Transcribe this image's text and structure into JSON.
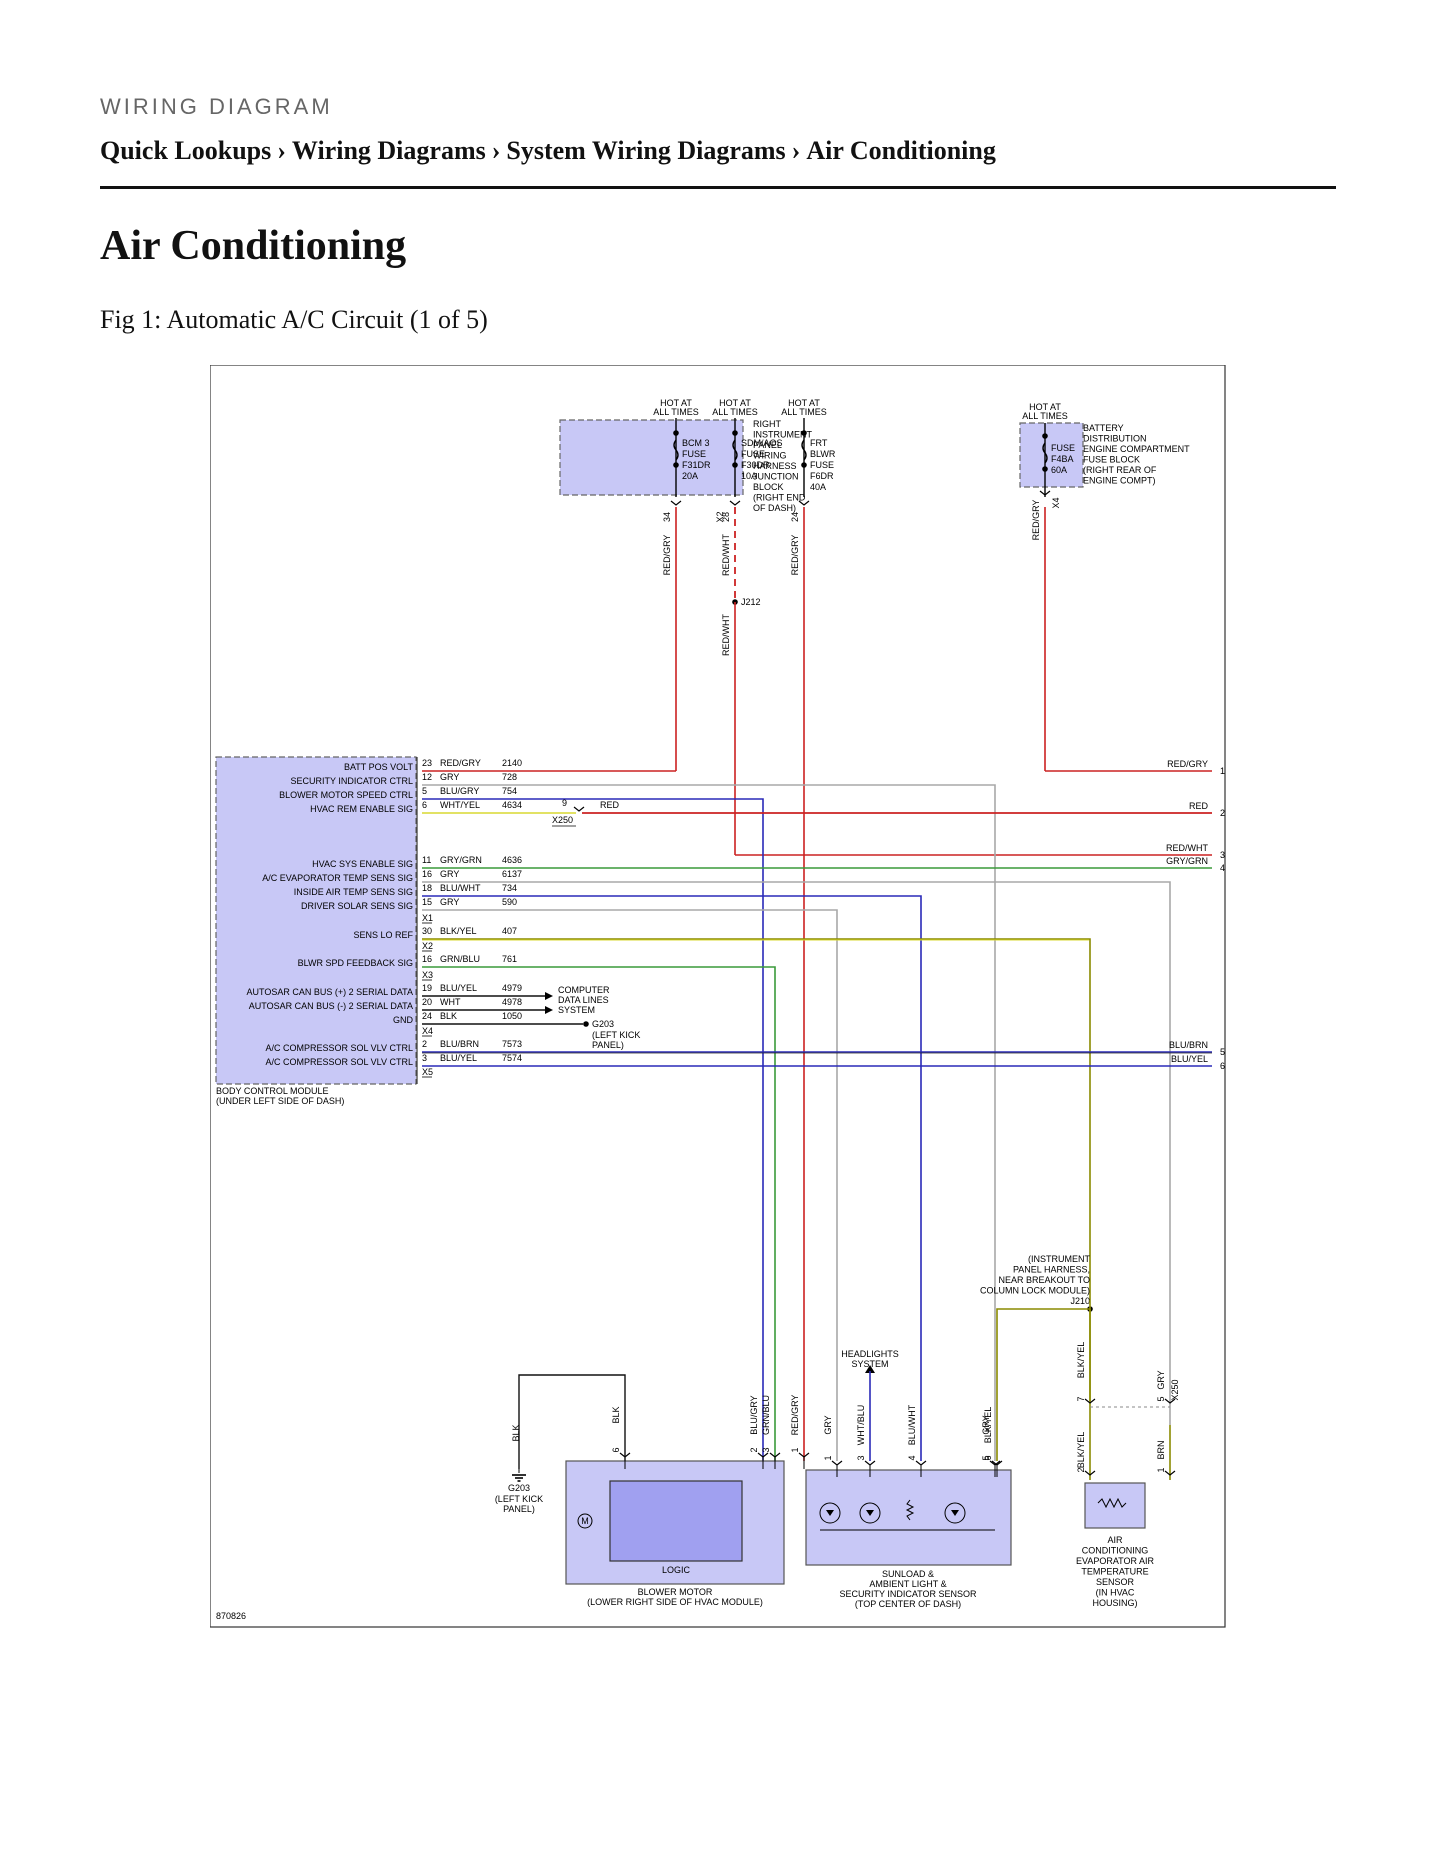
{
  "page": {
    "kicker": "WIRING DIAGRAM",
    "breadcrumb": [
      "Quick Lookups",
      "Wiring Diagrams",
      "System Wiring Diagrams",
      "Air Conditioning"
    ],
    "breadcrumb_sep": "›",
    "title": "Air Conditioning",
    "caption": "Fig 1: Automatic A/C Circuit (1 of 5)"
  },
  "colors": {
    "component_fill": "#c8c8f6",
    "logic_fill": "#a0a0f0",
    "red": "#cc2222",
    "gray": "#a8a8a8",
    "blue": "#2a2ab8",
    "yellow": "#d8d830",
    "green": "#3a9a3a",
    "olive": "#8a8a00",
    "black": "#111111"
  },
  "diagram": {
    "figure_id": "870826",
    "fuse_block": {
      "hot": [
        "HOT AT",
        "ALL TIMES"
      ],
      "fuses": [
        {
          "lines": [
            "BCM 3",
            "FUSE",
            "F31DR",
            "20A"
          ],
          "pin": "34",
          "wire": "RED/GRY"
        },
        {
          "lines": [
            "SDM/AOS",
            "FUSE",
            "F30DR",
            "10A"
          ],
          "pin": "28",
          "wire": "RED/WHT"
        },
        {
          "lines": [
            "FRT",
            "BLWR",
            "FUSE",
            "F6DR",
            "40A"
          ],
          "pin": "24",
          "wire": "RED/GRY"
        }
      ],
      "connector": "X2",
      "label": [
        "RIGHT",
        "INSTRUMENT",
        "PANEL",
        "WIRING",
        "HARNESS",
        "JUNCTION",
        "BLOCK",
        "(RIGHT END",
        "OF DASH)"
      ]
    },
    "battery_block": {
      "fuse": [
        "FUSE",
        "F4BA",
        "60A"
      ],
      "connector": "X4",
      "wire": "RED/GRY",
      "label": [
        "BATTERY",
        "DISTRIBUTION",
        "ENGINE COMPARTMENT",
        "FUSE BLOCK",
        "(RIGHT REAR OF",
        "ENGINE COMPT)"
      ]
    },
    "splice_j212": {
      "name": "J212",
      "wire": "RED/WHT"
    },
    "bcm": {
      "label": [
        "BODY CONTROL MODULE",
        "(UNDER LEFT SIDE OF DASH)"
      ],
      "pins": [
        {
          "signal": "BATT POS VOLT",
          "pin": "23",
          "wire": "RED/GRY",
          "circuit": "2140"
        },
        {
          "signal": "SECURITY INDICATOR CTRL",
          "pin": "12",
          "wire": "GRY",
          "circuit": "728"
        },
        {
          "signal": "BLOWER MOTOR SPEED CTRL",
          "pin": "5",
          "wire": "BLU/GRY",
          "circuit": "754"
        },
        {
          "signal": "HVAC REM ENABLE SIG",
          "pin": "6",
          "wire": "WHT/YEL",
          "circuit": "4634"
        },
        {
          "signal": "HVAC SYS ENABLE SIG",
          "pin": "11",
          "wire": "GRY/GRN",
          "circuit": "4636"
        },
        {
          "signal": "A/C EVAPORATOR TEMP SENS SIG",
          "pin": "16",
          "wire": "GRY",
          "circuit": "6137"
        },
        {
          "signal": "INSIDE AIR TEMP SENS SIG",
          "pin": "18",
          "wire": "BLU/WHT",
          "circuit": "734"
        },
        {
          "signal": "DRIVER SOLAR SENS SIG",
          "pin": "15",
          "wire": "GRY",
          "circuit": "590"
        },
        {
          "signal": "SENS LO REF",
          "pin": "30",
          "wire": "BLK/YEL",
          "circuit": "407"
        },
        {
          "signal": "BLWR SPD FEEDBACK SIG",
          "pin": "16",
          "wire": "GRN/BLU",
          "circuit": "761"
        },
        {
          "signal": "AUTOSAR CAN BUS (+) 2 SERIAL DATA",
          "pin": "19",
          "wire": "BLU/YEL",
          "circuit": "4979"
        },
        {
          "signal": "AUTOSAR CAN BUS (-) 2 SERIAL DATA",
          "pin": "20",
          "wire": "WHT",
          "circuit": "4978"
        },
        {
          "signal": "GND",
          "pin": "24",
          "wire": "BLK",
          "circuit": "1050"
        },
        {
          "signal": "A/C COMPRESSOR SOL VLV CTRL",
          "pin": "2",
          "wire": "BLU/BRN",
          "circuit": "7573"
        },
        {
          "signal": "A/C COMPRESSOR SOL VLV CTRL",
          "pin": "3",
          "wire": "BLU/YEL",
          "circuit": "7574"
        }
      ],
      "connectors": [
        "X1",
        "X2",
        "X3",
        "X4",
        "X5"
      ]
    },
    "x250": {
      "name": "X250",
      "pin": "9",
      "wire": "RED"
    },
    "computer_data": [
      "COMPUTER",
      "DATA LINES",
      "SYSTEM"
    ],
    "ground_g203_mid": {
      "name": "G203",
      "lines": [
        "(LEFT KICK",
        "PANEL)"
      ]
    },
    "offpage": [
      {
        "wire": "RED/GRY",
        "num": "1"
      },
      {
        "wire": "RED",
        "num": "2"
      },
      {
        "wire": "RED/WHT",
        "num": "3"
      },
      {
        "wire": "GRY/GRN",
        "num": "4"
      },
      {
        "wire": "BLU/BRN",
        "num": "5"
      },
      {
        "wire": "BLU/YEL",
        "num": "6"
      }
    ],
    "j210": {
      "name": "J210",
      "lines": [
        "(INSTRUMENT",
        "PANEL HARNESS,",
        "NEAR BREAKOUT TO",
        "COLUMN LOCK MODULE)"
      ]
    },
    "headlights": [
      "HEADLIGHTS",
      "SYSTEM"
    ],
    "blower_motor": {
      "label": [
        "BLOWER MOTOR",
        "(LOWER RIGHT SIDE OF HVAC MODULE)"
      ],
      "logic": "LOGIC",
      "motor": "M",
      "pins": [
        {
          "pin": "6",
          "wire": "BLK"
        },
        {
          "pin": "3",
          "wire": "GRN/BLU"
        },
        {
          "pin": "2",
          "wire": "BLU/GRY"
        },
        {
          "pin": "1",
          "wire": "RED/GRY"
        }
      ]
    },
    "ground_g203_bottom": {
      "name": "G203",
      "wire": "BLK",
      "lines": [
        "(LEFT KICK",
        "PANEL)"
      ]
    },
    "sunload": {
      "label": [
        "SUNLOAD &",
        "AMBIENT LIGHT &",
        "SECURITY INDICATOR SENSOR",
        "(TOP CENTER OF DASH)"
      ],
      "pins": [
        {
          "pin": "1",
          "wire": "GRY"
        },
        {
          "pin": "3",
          "wire": "WHT/BLU"
        },
        {
          "pin": "4",
          "wire": "BLU/WHT"
        },
        {
          "pin": "5",
          "wire": "GRY"
        },
        {
          "pin": "6",
          "wire": "BLK/YEL"
        }
      ]
    },
    "evap_sensor": {
      "label": [
        "AIR",
        "CONDITIONING",
        "EVAPORATOR AIR",
        "TEMPERATURE",
        "SENSOR",
        "(IN HVAC",
        "HOUSING)"
      ],
      "inline": [
        {
          "pin": "7",
          "wire": "BLK/YEL"
        },
        {
          "pin": "5",
          "wire": "GRY"
        }
      ],
      "inline_connector": "X250",
      "pins": [
        {
          "pin": "2",
          "wire": "BLK/YEL"
        },
        {
          "pin": "1",
          "wire": "BRN"
        }
      ]
    }
  }
}
